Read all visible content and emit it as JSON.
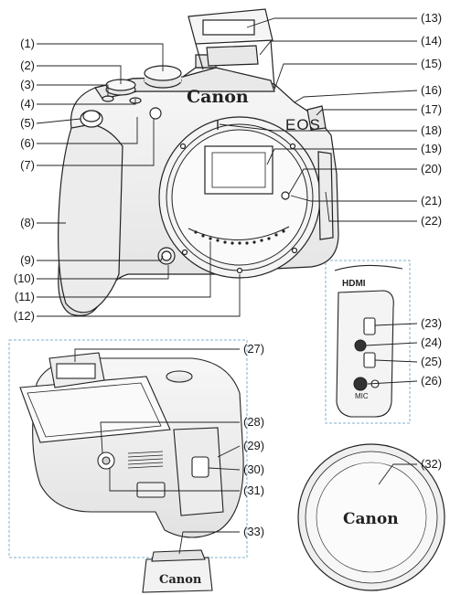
{
  "labels": {
    "c1": "(1)",
    "c2": "(2)",
    "c3": "(3)",
    "c4": "(4)",
    "c5": "(5)",
    "c6": "(6)",
    "c7": "(7)",
    "c8": "(8)",
    "c9": "(9)",
    "c10": "(10)",
    "c11": "(11)",
    "c12": "(12)",
    "c13": "(13)",
    "c14": "(14)",
    "c15": "(15)",
    "c16": "(16)",
    "c17": "(17)",
    "c18": "(18)",
    "c19": "(19)",
    "c20": "(20)",
    "c21": "(21)",
    "c22": "(22)",
    "c23": "(23)",
    "c24": "(24)",
    "c25": "(25)",
    "c26": "(26)",
    "c27": "(27)",
    "c28": "(28)",
    "c29": "(29)",
    "c30": "(30)",
    "c31": "(31)",
    "c32": "(32)",
    "c33": "(33)"
  },
  "camera": {
    "brand": "Canon",
    "model": "EOS"
  },
  "terminals": {
    "hdmi": "HDMI",
    "mic": "MIC"
  },
  "colors": {
    "line": "#222222",
    "body_fill": "#f2f2f2",
    "dashed_box": "#7fb2cf"
  }
}
